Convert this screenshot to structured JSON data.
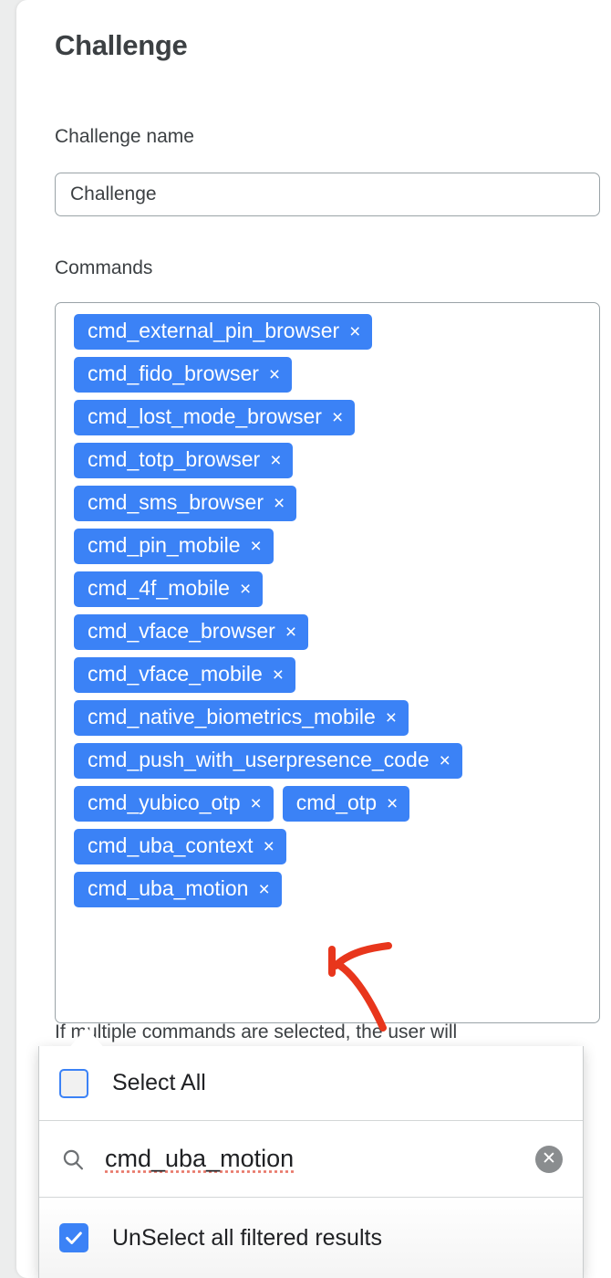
{
  "page": {
    "title": "Challenge"
  },
  "form": {
    "challenge_name": {
      "label": "Challenge name",
      "value": "Challenge",
      "placeholder": "Challenge"
    },
    "commands": {
      "label": "Commands",
      "helper_text": "If multiple commands are selected, the user will",
      "remove_glyph": "×",
      "chip_rows": [
        [
          "cmd_external_pin_browser"
        ],
        [
          "cmd_fido_browser"
        ],
        [
          "cmd_lost_mode_browser"
        ],
        [
          "cmd_totp_browser"
        ],
        [
          "cmd_sms_browser"
        ],
        [
          "cmd_pin_mobile"
        ],
        [
          "cmd_4f_mobile"
        ],
        [
          "cmd_vface_browser"
        ],
        [
          "cmd_vface_mobile"
        ],
        [
          "cmd_native_biometrics_mobile"
        ],
        [
          "cmd_push_with_userpresence_code"
        ],
        [
          "cmd_yubico_otp",
          "cmd_otp"
        ],
        [
          "cmd_uba_context"
        ],
        [
          "cmd_uba_motion"
        ]
      ]
    }
  },
  "dropdown": {
    "select_all": {
      "label": "Select All",
      "checked": false
    },
    "search": {
      "value": "cmd_uba_motion",
      "placeholder": "cmd_uba_motion",
      "icon": "search-icon",
      "clear_icon": "clear-circle-icon",
      "clear_glyph": "✕"
    },
    "unselect_all": {
      "label": "UnSelect all filtered results",
      "checked": true
    }
  },
  "annotation": {
    "type": "hand-drawn-arrow",
    "color": "#e8361c",
    "points_to": "cmd_uba_motion"
  },
  "colors": {
    "chip_blue": "#3b82f6",
    "accent_blue": "#3b82f6",
    "page_background": "#eceded",
    "card_background": "#ffffff",
    "text": "#3c4043",
    "border": "#9aa3a7",
    "annotation_red": "#e8361c",
    "spellcheck_red": "#e8796b"
  }
}
